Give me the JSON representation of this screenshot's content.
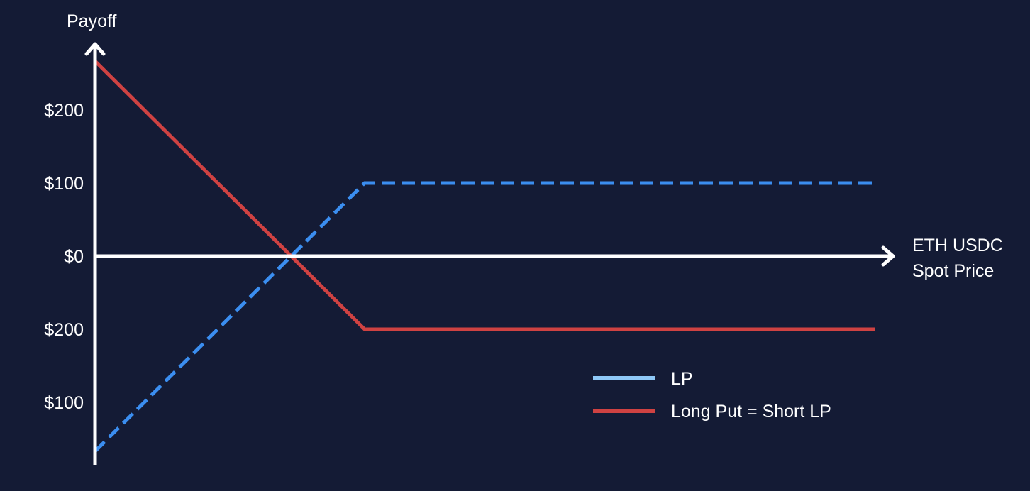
{
  "chart_data": {
    "type": "line",
    "ylabel": "Payoff",
    "xlabel_lines": [
      "ETH USDC",
      "Spot Price"
    ],
    "y_ticks": [
      {
        "value": 200,
        "label": "$200"
      },
      {
        "value": 100,
        "label": "$100"
      },
      {
        "value": 0,
        "label": "$0"
      },
      {
        "value": -100,
        "label": "$200"
      },
      {
        "value": -200,
        "label": "$100"
      }
    ],
    "xlim": [
      0,
      1100
    ],
    "ylim": [
      -290,
      295
    ],
    "series": [
      {
        "name": "LP",
        "color": "#3b8ef0",
        "legend_color": "#8ec8f7",
        "style": "dashed",
        "points": [
          [
            0,
            -267
          ],
          [
            380,
            100
          ],
          [
            1100,
            100
          ]
        ]
      },
      {
        "name": "Long Put = Short LP",
        "color": "#cf4242",
        "legend_color": "#cf4242",
        "style": "solid",
        "points": [
          [
            0,
            267
          ],
          [
            380,
            -100
          ],
          [
            1100,
            -100
          ]
        ]
      }
    ],
    "legend_position": "bottom-right",
    "colors": {
      "background": "#141b35",
      "axis": "#ffffff"
    }
  }
}
